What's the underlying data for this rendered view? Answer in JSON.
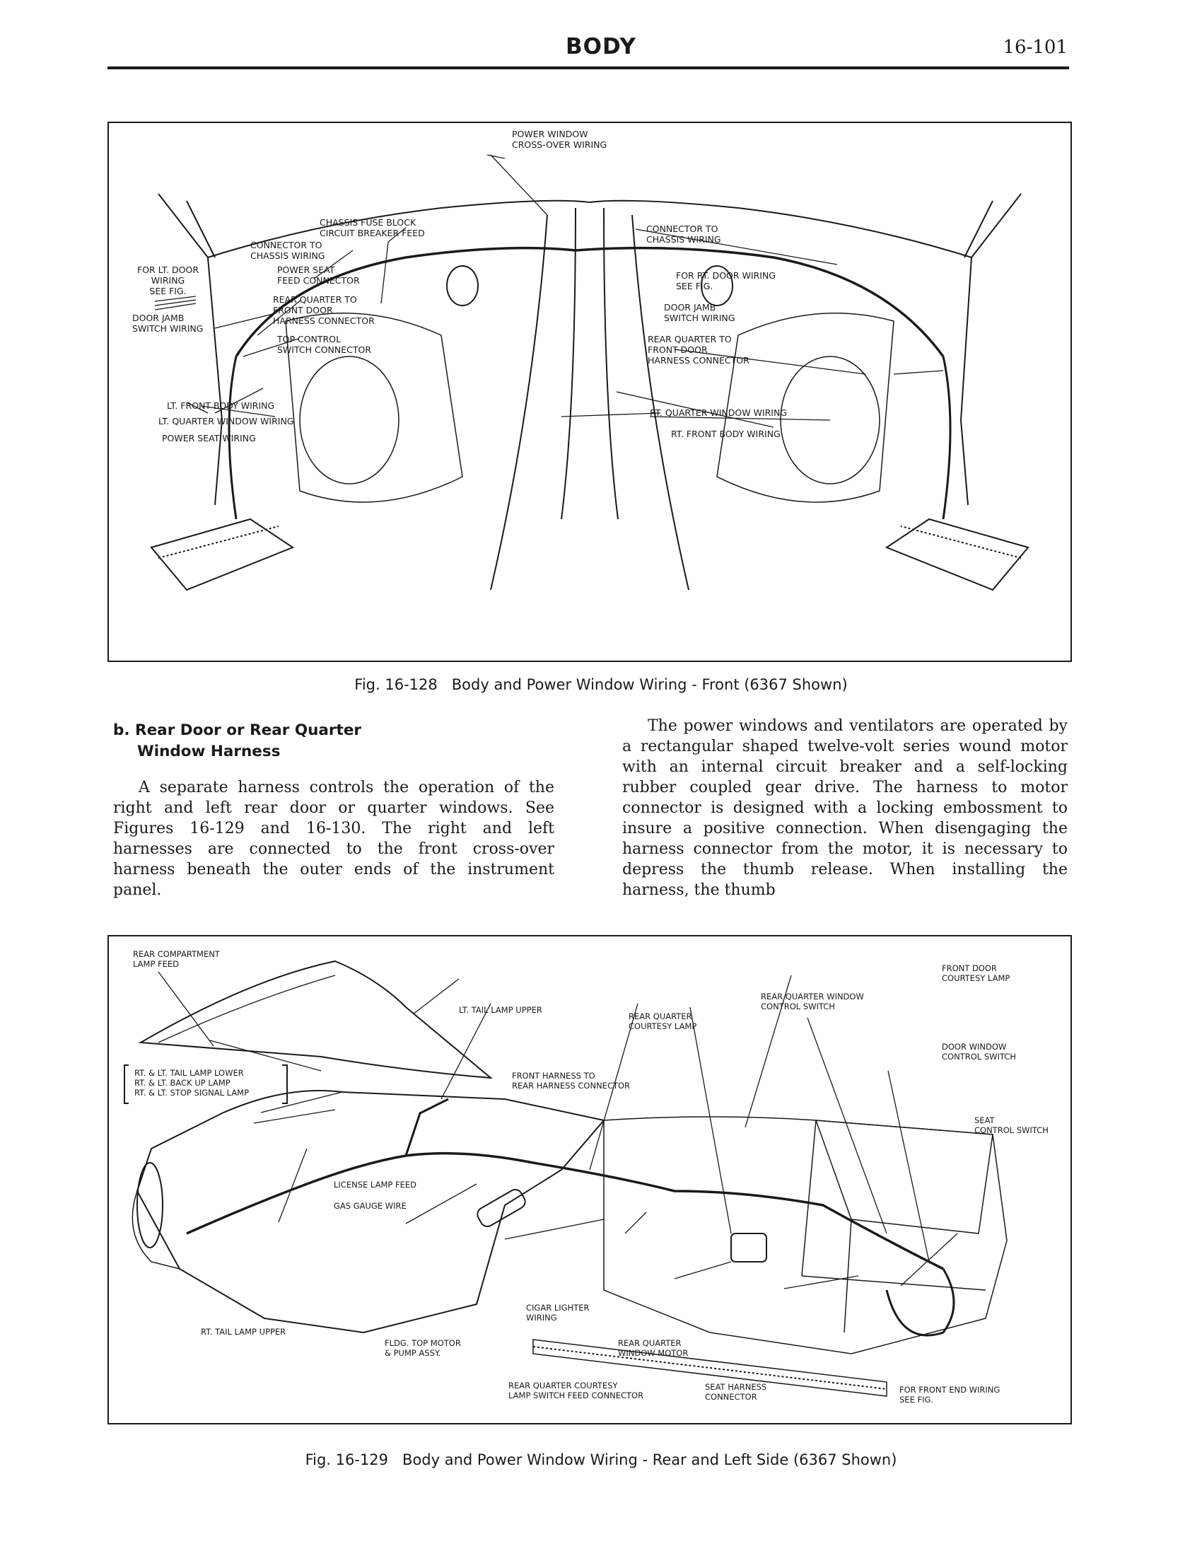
{
  "header": {
    "title": "BODY",
    "page_number": "16-101"
  },
  "figure1": {
    "caption": "Fig. 16-128   Body and Power Window Wiring - Front (6367 Shown)",
    "labels": {
      "power_window_crossover": "POWER WINDOW\nCROSS-OVER WIRING",
      "chassis_fuse_block": "CHASSIS FUSE BLOCK\nCIRCUIT BREAKER FEED",
      "connector_chassis_left": "CONNECTOR TO\nCHASSIS WIRING",
      "connector_chassis_right": "CONNECTOR TO\nCHASSIS WIRING",
      "lt_door_wiring": "FOR LT. DOOR\nWIRING\nSEE FIG.",
      "power_seat_feed": "POWER SEAT\nFEED CONNECTOR",
      "rear_quarter_front_door_left": "REAR QUARTER TO\nFRONT DOOR\nHARNESS CONNECTOR",
      "door_jamb_left": "DOOR JAMB\nSWITCH WIRING",
      "top_control_switch": "TOP CONTROL\nSWITCH CONNECTOR",
      "rt_door_wiring": "FOR RT. DOOR WIRING\nSEE FIG.",
      "door_jamb_right": "DOOR JAMB\nSWITCH WIRING",
      "rear_quarter_front_door_right": "REAR QUARTER TO\nFRONT DOOR\nHARNESS CONNECTOR",
      "lt_front_body_wiring": "LT. FRONT BODY WIRING",
      "lt_quarter_window_wiring": "LT. QUARTER WINDOW WIRING",
      "power_seat_wiring": "POWER SEAT WIRING",
      "rt_quarter_window_wiring": "RT. QUARTER WINDOW WIRING",
      "rt_front_body_wiring": "RT. FRONT BODY WIRING"
    }
  },
  "section": {
    "heading_line1": "b.  Rear Door or Rear Quarter",
    "heading_line2": "Window Harness",
    "left_paragraph": "A separate harness controls the operation of the right and left rear door or quarter windows. See Figures 16-129 and 16-130. The right and left harnesses are connected to the front cross-over harness beneath the outer ends of the instrument panel.",
    "right_paragraph": "The power windows and ventilators are operated by a rectangular shaped twelve-volt series wound motor with an internal circuit breaker and a self-locking rubber coupled gear drive. The harness to motor connector is designed with a locking embossment to insure a positive connection. When disengaging the harness connector from the motor, it is necessary to depress the thumb release. When installing the harness, the thumb"
  },
  "figure2": {
    "caption": "Fig. 16-129   Body and Power Window Wiring - Rear and Left Side (6367 Shown)",
    "labels": {
      "rear_compartment_lamp_feed": "REAR COMPARTMENT\nLAMP FEED",
      "lt_tail_lamp_upper": "LT. TAIL LAMP UPPER",
      "rear_quarter_courtesy_lamp": "REAR QUARTER\nCOURTESY LAMP",
      "rear_quarter_window_control_switch": "REAR QUARTER WINDOW\nCONTROL SWITCH",
      "front_door_courtesy_lamp": "FRONT DOOR\nCOURTESY LAMP",
      "door_window_control_switch": "DOOR WINDOW\nCONTROL SWITCH",
      "tail_back_stop_lamps": "RT. & LT. TAIL LAMP LOWER\nRT. & LT. BACK UP LAMP\nRT. & LT. STOP SIGNAL LAMP",
      "front_harness_rear_connector": "FRONT HARNESS TO\nREAR HARNESS CONNECTOR",
      "seat_control_switch": "SEAT\nCONTROL SWITCH",
      "license_lamp_feed": "LICENSE LAMP FEED",
      "gas_gauge_wire": "GAS GAUGE WIRE",
      "cigar_lighter_wiring": "CIGAR LIGHTER\nWIRING",
      "rt_tail_lamp_upper": "RT. TAIL LAMP UPPER",
      "fldg_top_motor": "FLDG. TOP MOTOR\n& PUMP ASSY.",
      "rear_quarter_window_motor": "REAR QUARTER\nWINDOW MOTOR",
      "rear_quarter_courtesy_switch_feed": "REAR QUARTER COURTESY\nLAMP SWITCH FEED CONNECTOR",
      "seat_harness_connector": "SEAT HARNESS\nCONNECTOR",
      "front_end_wiring": "FOR FRONT END WIRING\nSEE FIG."
    }
  }
}
